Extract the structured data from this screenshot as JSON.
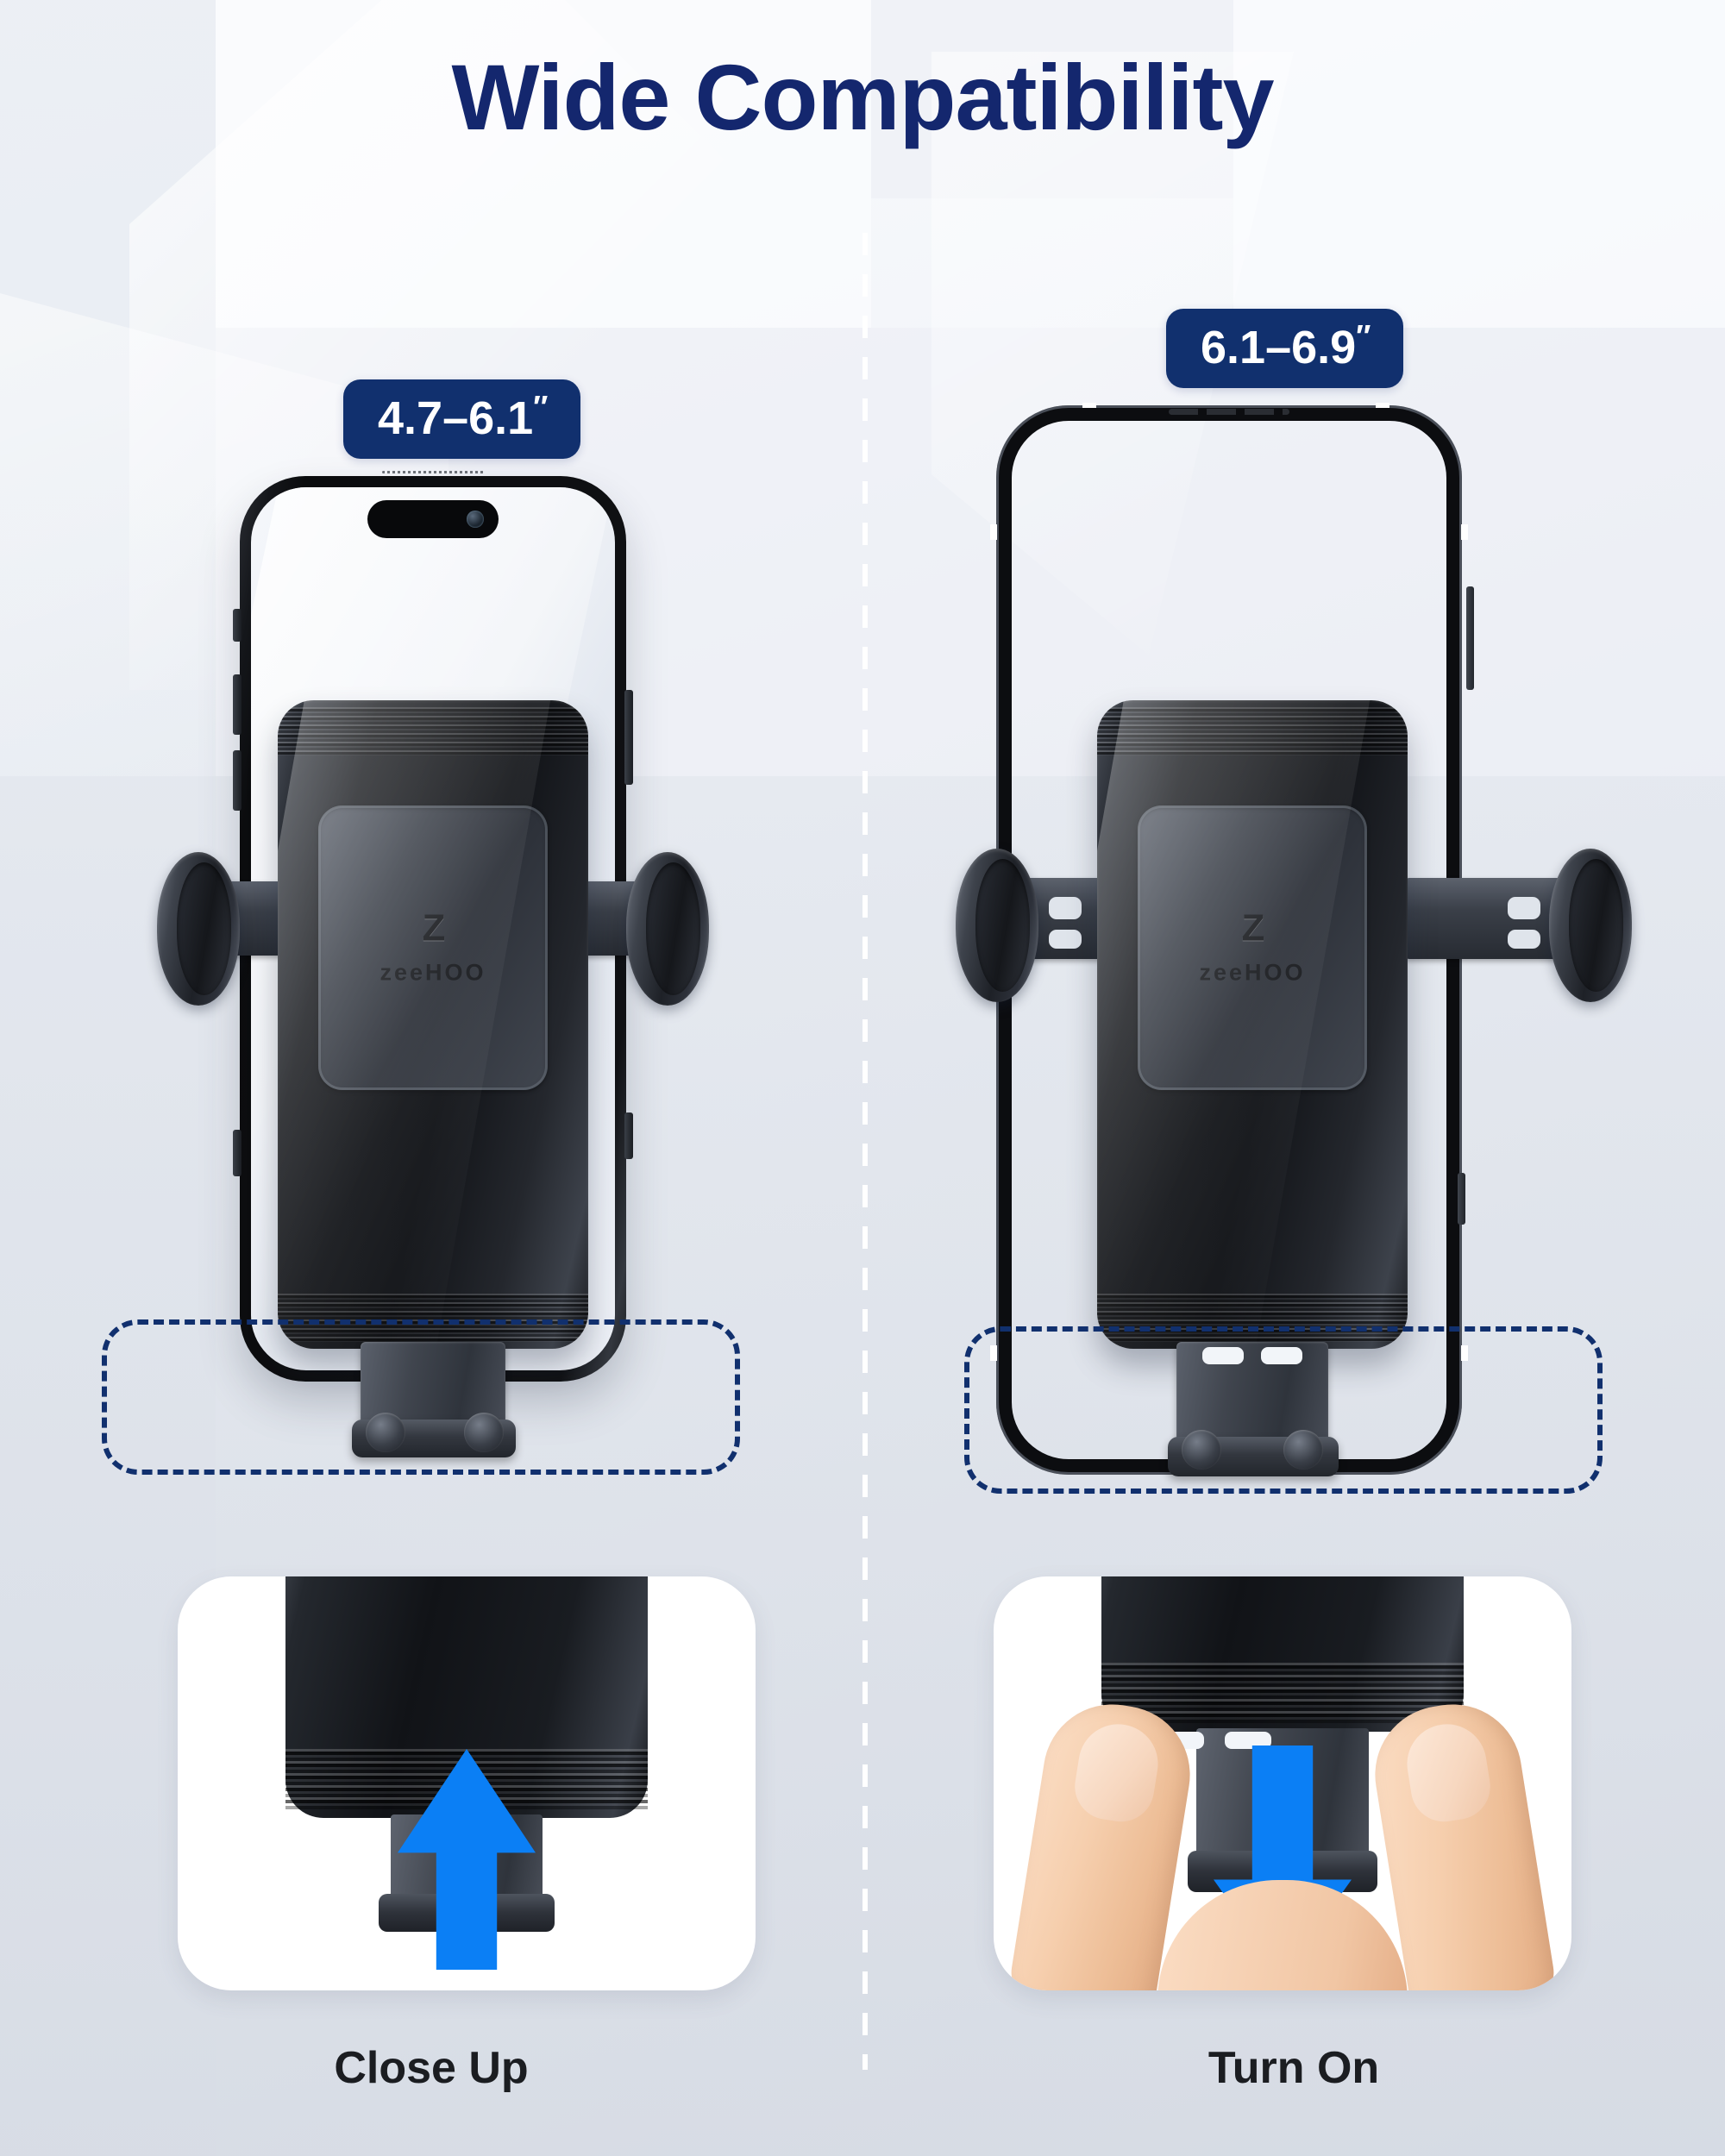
{
  "header": {
    "title": "Wide Compatibility",
    "title_color": "#14276e"
  },
  "theme": {
    "brand_navy": "#11306e",
    "arrow_blue": "#0b7ff5",
    "background": "#e8ecf2",
    "caption_color": "#1b1d21"
  },
  "divider": {
    "style": "vertical-dashed-white"
  },
  "panels": [
    {
      "id": "close-up",
      "badge": {
        "range": "4.7–6.1",
        "unit": "″"
      },
      "phone": {
        "style": "solid-screen",
        "feature": "dynamic-island"
      },
      "holder": {
        "brand_mark": "Z",
        "brand_word": "zeeHOO",
        "state": "retracted"
      },
      "highlight": {
        "shape": "dashed-rounded-rect",
        "color": "#11306e"
      },
      "inset": {
        "arrow": "arrow-up-icon",
        "hand": false
      },
      "caption": "Close Up"
    },
    {
      "id": "turn-on",
      "badge": {
        "range": "6.1–6.9",
        "unit": "″"
      },
      "phone": {
        "style": "outline-frame",
        "feature": "top-speaker-slot"
      },
      "holder": {
        "brand_mark": "Z",
        "brand_word": "zeeHOO",
        "state": "extended"
      },
      "highlight": {
        "shape": "dashed-rounded-rect",
        "color": "#11306e"
      },
      "inset": {
        "arrow": "arrow-down-icon",
        "hand": true
      },
      "caption": "Turn On"
    }
  ]
}
